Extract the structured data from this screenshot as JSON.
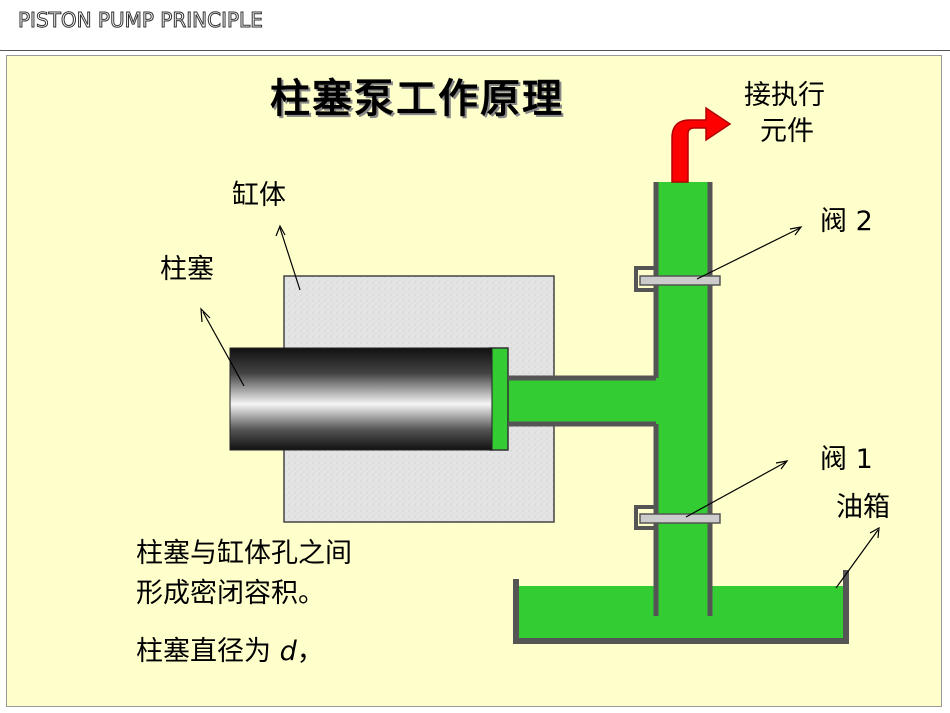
{
  "header": "PISTON PUMP PRINCIPLE",
  "title": "柱塞泵工作原理",
  "labels": {
    "cylinder": "缸体",
    "plunger": "柱塞",
    "actuator_line1": "接执行",
    "actuator_line2": "元件",
    "valve2": "阀 2",
    "valve1": "阀 1",
    "tank": "油箱"
  },
  "description": {
    "line1": "柱塞与缸体孔之间",
    "line2": "形成密闭容积。",
    "line3_prefix": "柱塞直径为",
    "line3_var": "d",
    "line3_suffix": "，"
  },
  "colors": {
    "panel": "#ffffcc",
    "oil": "#33cc33",
    "arrow": "#ff0000",
    "cylinder": "#e6e6e6"
  }
}
